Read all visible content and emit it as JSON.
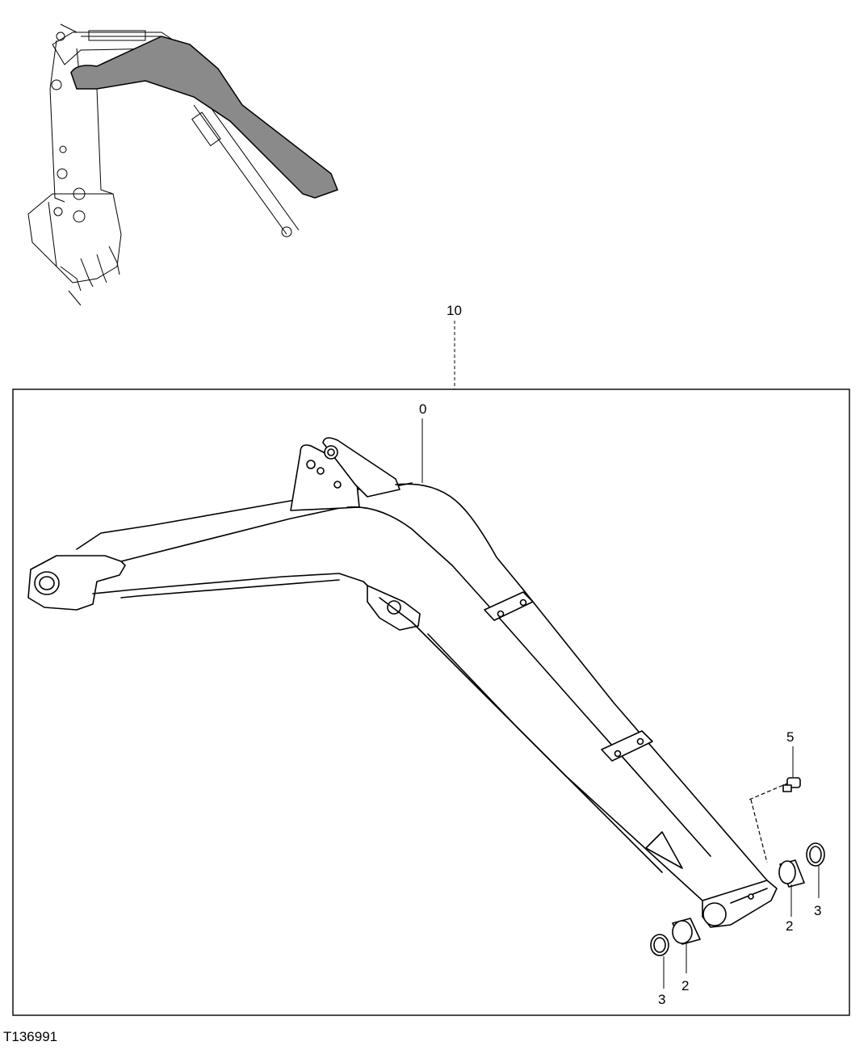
{
  "figure_id": "T136991",
  "callouts": {
    "assembly": "10",
    "arm": "0",
    "fitting": "5",
    "bushing_right": "2",
    "seal_right": "3",
    "bushing_left": "2",
    "seal_left": "3"
  }
}
